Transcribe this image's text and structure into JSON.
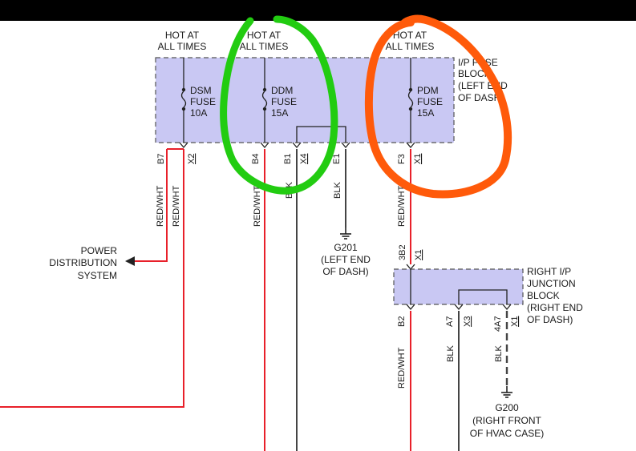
{
  "header_bar_color": "#000000",
  "colors": {
    "red_wire": "#e8202a",
    "black_wire": "#444444",
    "fuse_block_fill": "#c9c8f3",
    "highlight_green": "#22cc11",
    "highlight_orange": "#ff5a0a"
  },
  "hot_at_all_times": {
    "line1": "HOT AT",
    "line2": "ALL TIMES"
  },
  "ip_fuse_block": {
    "line1": "I/P FUSE",
    "line2": "BLOCK",
    "line3": "(LEFT END",
    "line4": "OF DASH)"
  },
  "fuses": {
    "dsm": {
      "name": "DSM",
      "type": "FUSE",
      "rating": "10A"
    },
    "ddm": {
      "name": "DDM",
      "type": "FUSE",
      "rating": "15A"
    },
    "pdm": {
      "name": "PDM",
      "type": "FUSE",
      "rating": "15A"
    }
  },
  "pins": {
    "b7": "B7",
    "x2": "X2",
    "b4": "B4",
    "b1": "B1",
    "x4": "X4",
    "e1": "E1",
    "f3": "F3",
    "x1_top": "X1",
    "3b2": "3B2",
    "x1_jb_top": "X1",
    "b2": "B2",
    "a7": "A7",
    "x3": "X3",
    "4a7": "4A7",
    "x1_jb_bottom": "X1"
  },
  "wire_colors": {
    "red_wht_1": "RED/WHT",
    "red_wht_2": "RED/WHT",
    "red_wht_3": "RED/WHT",
    "red_wht_4": "RED/WHT",
    "red_wht_5": "RED/WHT",
    "blk_1": "BLK",
    "blk_2": "BLK",
    "blk_3": "BLK",
    "blk_4": "BLK"
  },
  "power_distribution": {
    "line1": "POWER",
    "line2": "DISTRIBUTION",
    "line3": "SYSTEM"
  },
  "g201": {
    "name": "G201",
    "line2": "(LEFT END",
    "line3": "OF DASH)"
  },
  "right_ip_junction_block": {
    "line1": "RIGHT I/P",
    "line2": "JUNCTION",
    "line3": "BLOCK",
    "line4": "(RIGHT END",
    "line5": "OF DASH)"
  },
  "g200": {
    "name": "G200",
    "line2": "(RIGHT FRONT",
    "line3": "OF HVAC CASE)"
  }
}
